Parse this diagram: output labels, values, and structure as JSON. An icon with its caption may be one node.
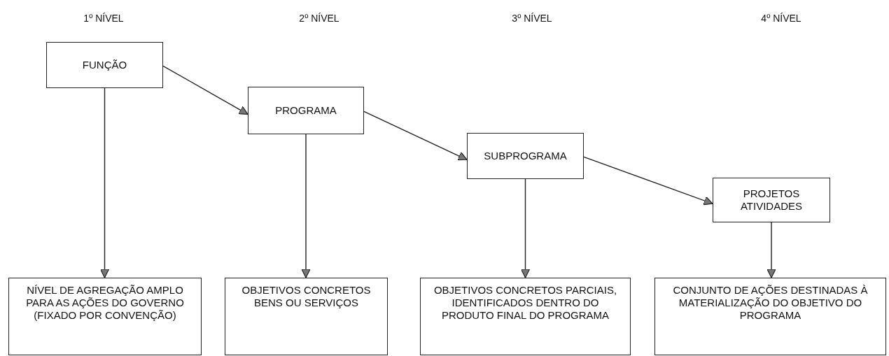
{
  "diagram": {
    "nodes": [
      {
        "text": [
          "FUNÇÃO"
        ]
      },
      {
        "text": [
          "PROGRAMA"
        ]
      },
      {
        "text": [
          "SUBPROGRAMA"
        ]
      },
      {
        "text": [
          "PROJETOS ATIVIDADES"
        ]
      },
      {
        "text": [
          "NÍVEL DE AGREGAÇÃO AMPLO PARA AS AÇÕES DO GOVERNO (FIXADO POR CONVENÇÃO)"
        ]
      },
      {
        "text": [
          "OBJETIVOS CONCRETOS BENS OU SERVIÇOS"
        ]
      },
      {
        "text": [
          "OBJETIVOS CONCRETOS PARCIAIS, IDENTIFICADOS DENTRO DO PRODUTO FINAL DO PROGRAMA"
        ]
      },
      {
        "text": [
          "CONJUNTO DE AÇÕES DESTINADAS À MATERIALIZAÇÃO DO OBJETIVO DO PROGRAMA"
        ]
      }
    ],
    "edges": [
      {
        "from": 0,
        "to": 1,
        "arrow": "to"
      },
      {
        "from": 1,
        "to": 2,
        "arrow": "to"
      },
      {
        "from": 2,
        "to": 3,
        "arrow": "to"
      },
      {
        "from": 0,
        "to": 4,
        "arrow": "to"
      },
      {
        "from": 1,
        "to": 5,
        "arrow": "to"
      },
      {
        "from": 2,
        "to": 6,
        "arrow": "to"
      },
      {
        "from": 3,
        "to": 7,
        "arrow": "to"
      }
    ],
    "labels": [
      "1º NÍVEL",
      "2º NÍVEL",
      "3º NÍVEL",
      "4º NÍVEL"
    ]
  }
}
